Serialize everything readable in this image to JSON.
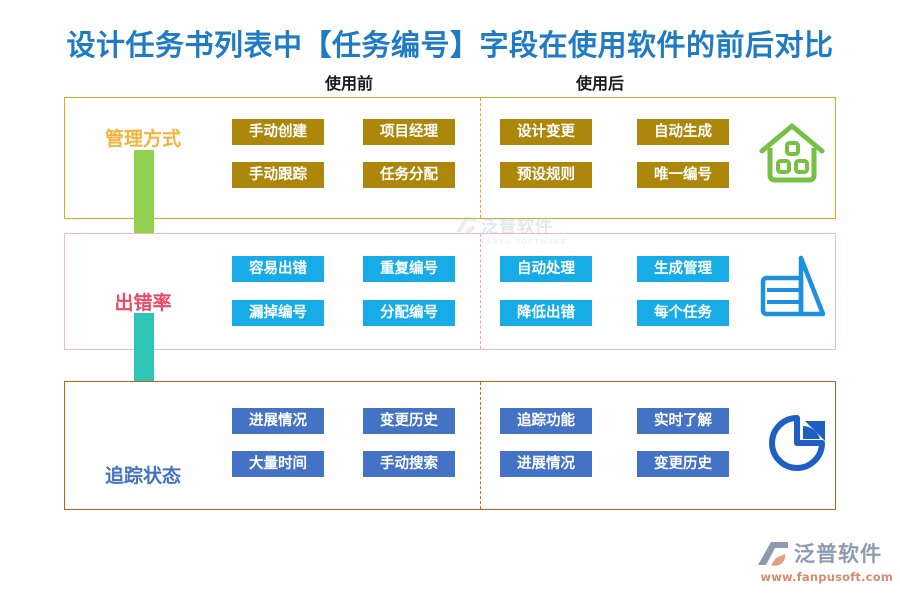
{
  "title": "设计任务书列表中【任务编号】字段在使用软件的前后对比",
  "columns": {
    "before": "使用前",
    "after": "使用后"
  },
  "colors": {
    "title": "#1F7BC4",
    "row1_border": "#E0A621",
    "row1_chip": "#AD870C",
    "row1_label": "#F3B43E",
    "row2_border": "#F2B9C4",
    "row2_chip": "#17ACE8",
    "row2_label": "#EB4A63",
    "row3_border": "#B4631A",
    "row3_chip": "#4472C4",
    "row3_label": "#4472C4",
    "arrow1": "#92D050",
    "arrow2": "#2EC4B6",
    "icon_house": "#76C043",
    "icon_chart": "#1F8FE0",
    "icon_pie": "#1F5FC4"
  },
  "rows": [
    {
      "label": "管理方式",
      "icon": "house-icon",
      "arrow_icon": "down-arrow-icon",
      "before": [
        "手动创建",
        "项目经理",
        "手动跟踪",
        "任务分配"
      ],
      "after": [
        "设计变更",
        "自动生成",
        "预设规则",
        "唯一编号"
      ]
    },
    {
      "label": "出错率",
      "icon": "bar-chart-icon",
      "arrow_icon": "down-arrow-icon",
      "before": [
        "容易出错",
        "重复编号",
        "漏掉编号",
        "分配编号"
      ],
      "after": [
        "自动处理",
        "生成管理",
        "降低出错",
        "每个任务"
      ]
    },
    {
      "label": "追踪状态",
      "icon": "pie-chart-icon",
      "before": [
        "进展情况",
        "变更历史",
        "大量时间",
        "手动搜索"
      ],
      "after": [
        "追踪功能",
        "实时了解",
        "进展情况",
        "变更历史"
      ]
    }
  ],
  "watermark": {
    "name": "泛普软件",
    "sub": "FANPU SOFTWARE"
  },
  "brand": {
    "name": "泛普软件",
    "url": "www.fanpusoft.com"
  }
}
